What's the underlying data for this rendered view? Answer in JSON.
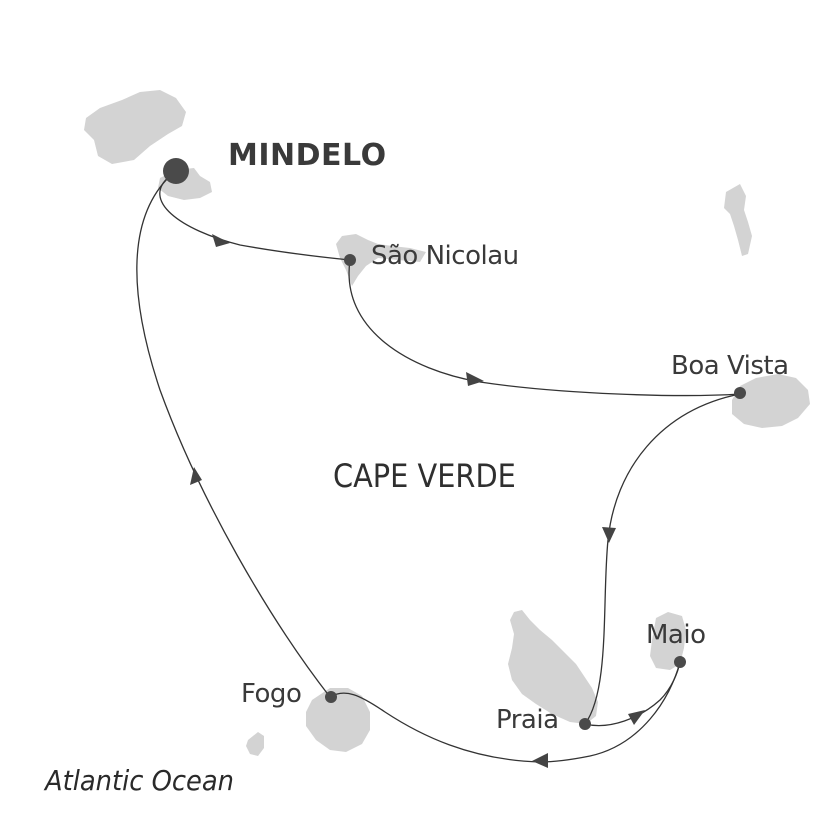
{
  "map": {
    "region_label": "CAPE VERDE",
    "ocean_label": "Atlantic Ocean",
    "colors": {
      "land": "#d3d3d3",
      "route": "#333333",
      "port_dot": "#4a4a4a",
      "text": "#3a3a3a",
      "background": "#ffffff"
    },
    "ports": [
      {
        "name": "MINDELO",
        "role": "start-end"
      },
      {
        "name": "São Nicolau"
      },
      {
        "name": "Boa Vista"
      },
      {
        "name": "Praia"
      },
      {
        "name": "Maio"
      },
      {
        "name": "Fogo"
      }
    ],
    "route_order": [
      "MINDELO",
      "São Nicolau",
      "Boa Vista",
      "Praia",
      "Maio",
      "Praia",
      "Fogo",
      "MINDELO"
    ]
  }
}
